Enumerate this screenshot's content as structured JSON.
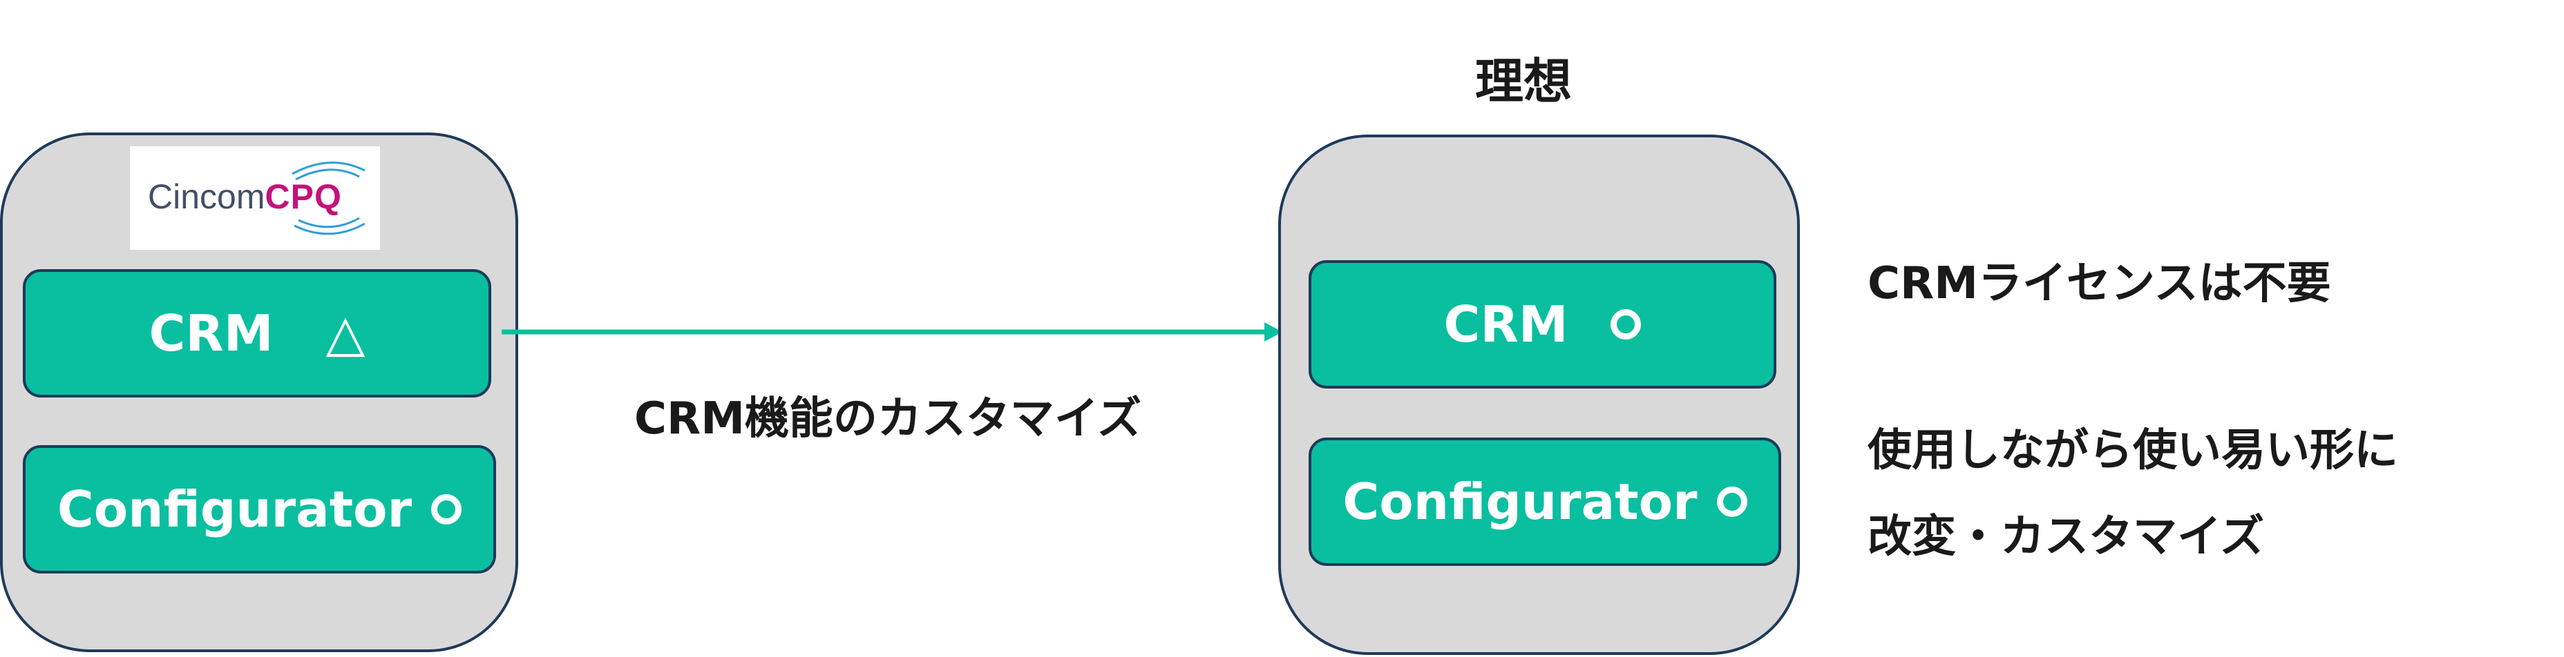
{
  "left_system": {
    "logo": {
      "text_part1": "Cincom",
      "text_part2": "CPQ"
    },
    "crm_module": {
      "label": "CRM",
      "mark": "△"
    },
    "configurator_module": {
      "label": "Configurator",
      "mark": "circle"
    }
  },
  "right_system": {
    "title": "理想",
    "crm_module": {
      "label": "CRM",
      "mark": "circle"
    },
    "configurator_module": {
      "label": "Configurator",
      "mark": "circle"
    }
  },
  "arrow": {
    "label": "CRM機能のカスタマイズ",
    "color": "#09bf9f"
  },
  "notes": {
    "line1": "CRMライセンスは不要",
    "line2": "使用しながら使い易い形に",
    "line3": "改変・カスタマイズ"
  },
  "colors": {
    "module_fill": "#09bf9f",
    "box_fill": "#d9d9d9",
    "border": "#1f3a5a",
    "logo_accent": "#c4127a"
  }
}
